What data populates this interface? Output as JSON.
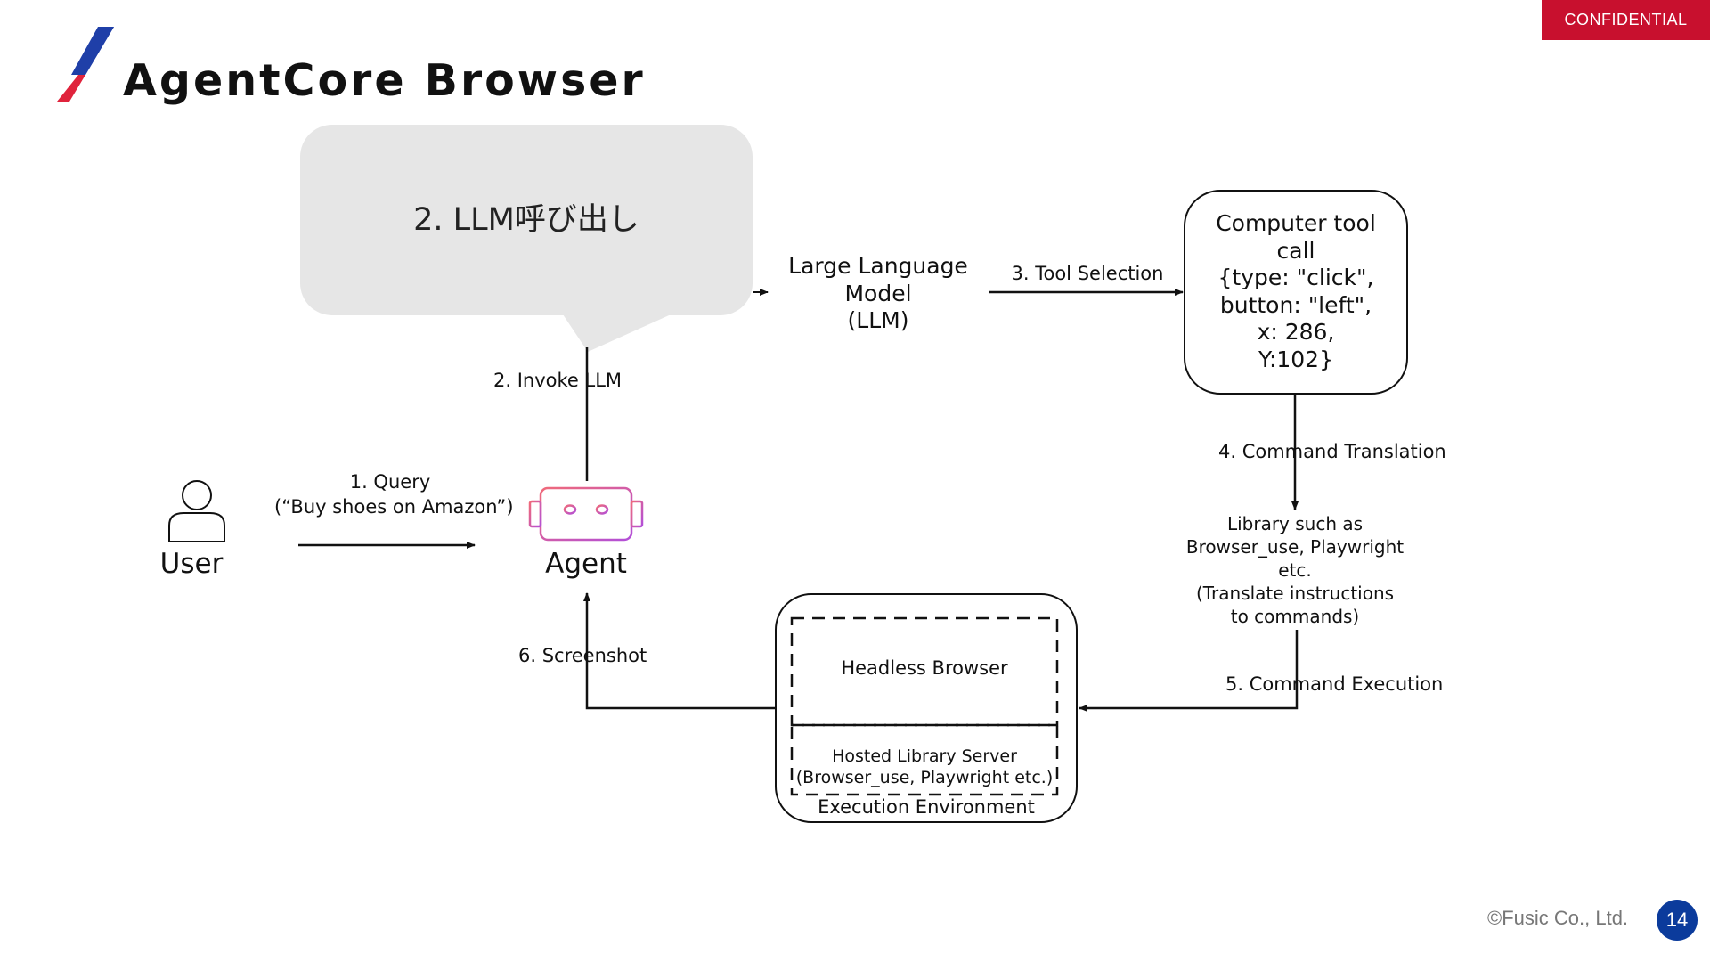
{
  "header": {
    "badge": "CONFIDENTIAL",
    "title": "AgentCore Browser"
  },
  "callout": {
    "text": "2. LLM呼び出し"
  },
  "nodes": {
    "user": "User",
    "agent": "Agent",
    "llm": [
      "Large Language",
      "Model",
      "(LLM)"
    ],
    "tool_call": [
      "Computer tool",
      "call",
      "{type: \"click\",",
      "button: \"left\",",
      "x: 286,",
      "Y:102}"
    ],
    "library": [
      "Library such as",
      "Browser_use, Playwright",
      "etc.",
      "(Translate instructions",
      "to commands)"
    ],
    "headless_browser": "Headless Browser",
    "hosted_server": [
      "Hosted Library Server",
      "(Browser_use, Playwright etc.)"
    ],
    "execution_env": "Execution Environment"
  },
  "steps": {
    "query": [
      "1. Query",
      "(“Buy shoes on Amazon”)"
    ],
    "invoke": "2. Invoke LLM",
    "tool_selection": "3. Tool Selection",
    "translation": "4. Command Translation",
    "execution": "5. Command Execution",
    "screenshot": "6. Screenshot"
  },
  "colors": {
    "badge": "#c8102e",
    "logo_blue": "#1f3fa8",
    "logo_red": "#e0233c",
    "agent_pink": "#e8559b",
    "page_circle": "#0b3b9c",
    "callout_fill": "#e6e6e6"
  },
  "icons": [
    "user-icon",
    "agent-robot-icon"
  ],
  "footer": {
    "copyright": "©Fusic Co., Ltd.",
    "page": "14"
  }
}
